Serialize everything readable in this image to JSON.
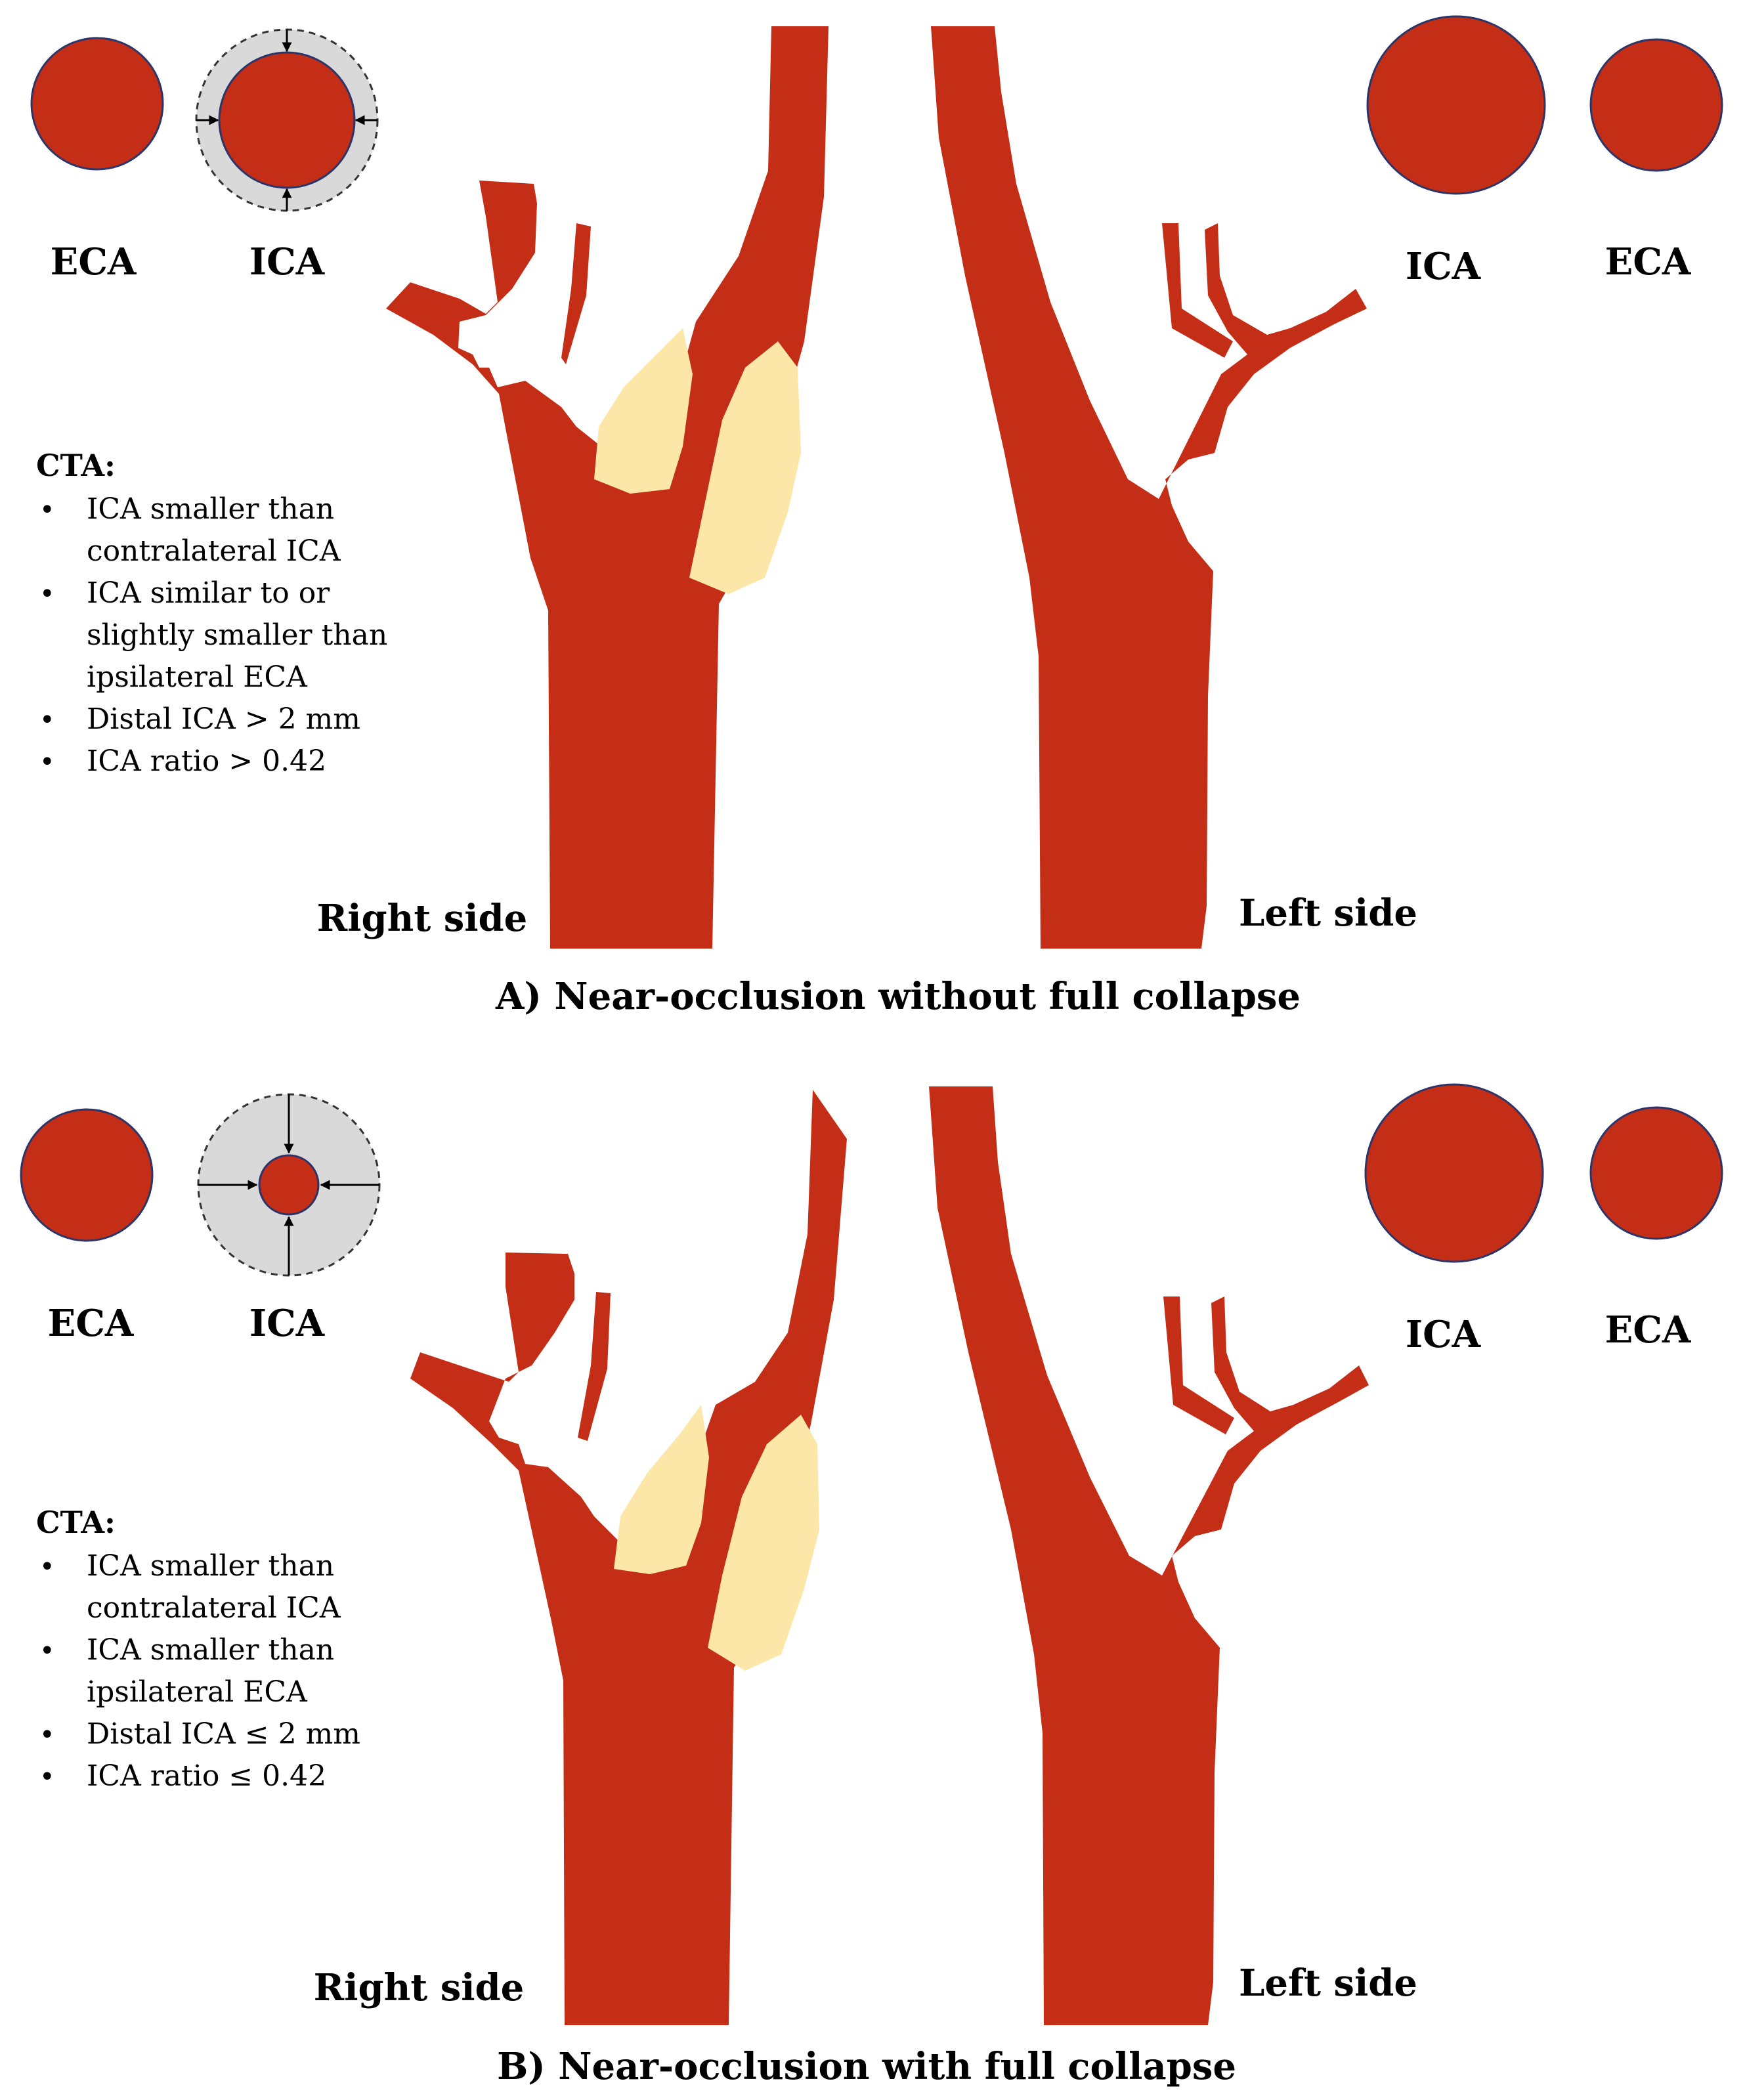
{
  "colors": {
    "vessel": "#C42D16",
    "plaque": "#FCE6A8",
    "collapse_ring": "#D9D9D9",
    "circle_outline": "#2C3569",
    "text": "#000000"
  },
  "panel_a": {
    "caption": "A) Near-occlusion without full collapse",
    "right_label": "Right side",
    "left_label": "Left side",
    "right_circles": {
      "eca_label": "ECA",
      "ica_label": "ICA"
    },
    "left_circles": {
      "ica_label": "ICA",
      "eca_label": "ECA"
    },
    "cta_title": "CTA:",
    "cta_bullets": [
      [
        "ICA smaller than",
        "contralateral ICA"
      ],
      [
        "ICA similar to or",
        "slightly smaller than",
        "ipsilateral ECA"
      ],
      [
        "Distal ICA > 2 mm"
      ],
      [
        "ICA ratio > 0.42"
      ]
    ],
    "bullet_glyph": "•",
    "collapse_ring_icon": "inward-arrows-ring-icon"
  },
  "panel_b": {
    "caption": "B) Near-occlusion with full collapse",
    "right_label": "Right side",
    "left_label": "Left side",
    "right_circles": {
      "eca_label": "ECA",
      "ica_label": "ICA"
    },
    "left_circles": {
      "ica_label": "ICA",
      "eca_label": "ECA"
    },
    "cta_title": "CTA:",
    "cta_bullets": [
      [
        "ICA smaller than",
        "contralateral ICA"
      ],
      [
        "ICA smaller than",
        "ipsilateral ECA"
      ],
      [
        "Distal ICA ≤ 2 mm"
      ],
      [
        "ICA ratio ≤ 0.42"
      ]
    ],
    "bullet_glyph": "•",
    "collapse_ring_icon": "inward-arrows-ring-icon"
  }
}
